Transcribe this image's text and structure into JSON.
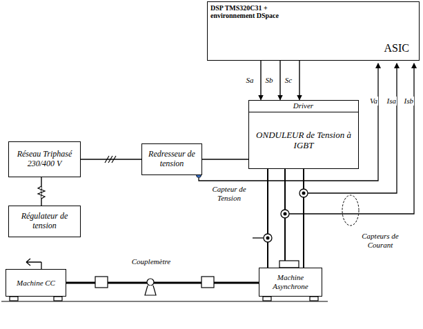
{
  "diagram": {
    "nodes": [
      {
        "text": [
          "DSP TMS320C31 + environnement DSpace",
          "ASIC"
        ]
      },
      {
        "text": [
          "Réseau Triphasé 230/400 V"
        ]
      },
      {
        "text": [
          "Régulateur de tension"
        ]
      },
      {
        "text": [
          "Redresseur de tension"
        ]
      },
      {
        "text": [
          "ONDULEUR de Tension à IGBT"
        ]
      },
      {
        "text": [
          "Driver"
        ],
        "in": 4
      },
      {
        "text": [
          "Machine CC"
        ]
      },
      {
        "text": [
          "Machine Asynchrone"
        ]
      }
    ],
    "edges": [
      {
        "from": 1,
        "to": 3,
        "arrow": "none"
      },
      {
        "from": 3,
        "to": 4,
        "arrow": "none"
      },
      {
        "from": 1,
        "to": 2,
        "arrow": "none"
      },
      {
        "from": 0,
        "to": 5,
        "label": "Sa",
        "arrow": "to"
      },
      {
        "from": 0,
        "to": 5,
        "label": "Sb",
        "arrow": "to"
      },
      {
        "from": 0,
        "to": 5,
        "label": "Sc",
        "arrow": "to"
      },
      {
        "from": 4,
        "to": 7,
        "arrow": "none"
      },
      {
        "from": 4,
        "to": 7,
        "arrow": "none"
      },
      {
        "from": 4,
        "to": 7,
        "arrow": "none"
      },
      {
        "from": 6,
        "to": 7,
        "arrow": "none"
      }
    ],
    "labels": [
      "Capteur de Tension",
      "Capteurs de Courant",
      "Couplemètre",
      "Va",
      "Isa",
      "Isb"
    ]
  }
}
